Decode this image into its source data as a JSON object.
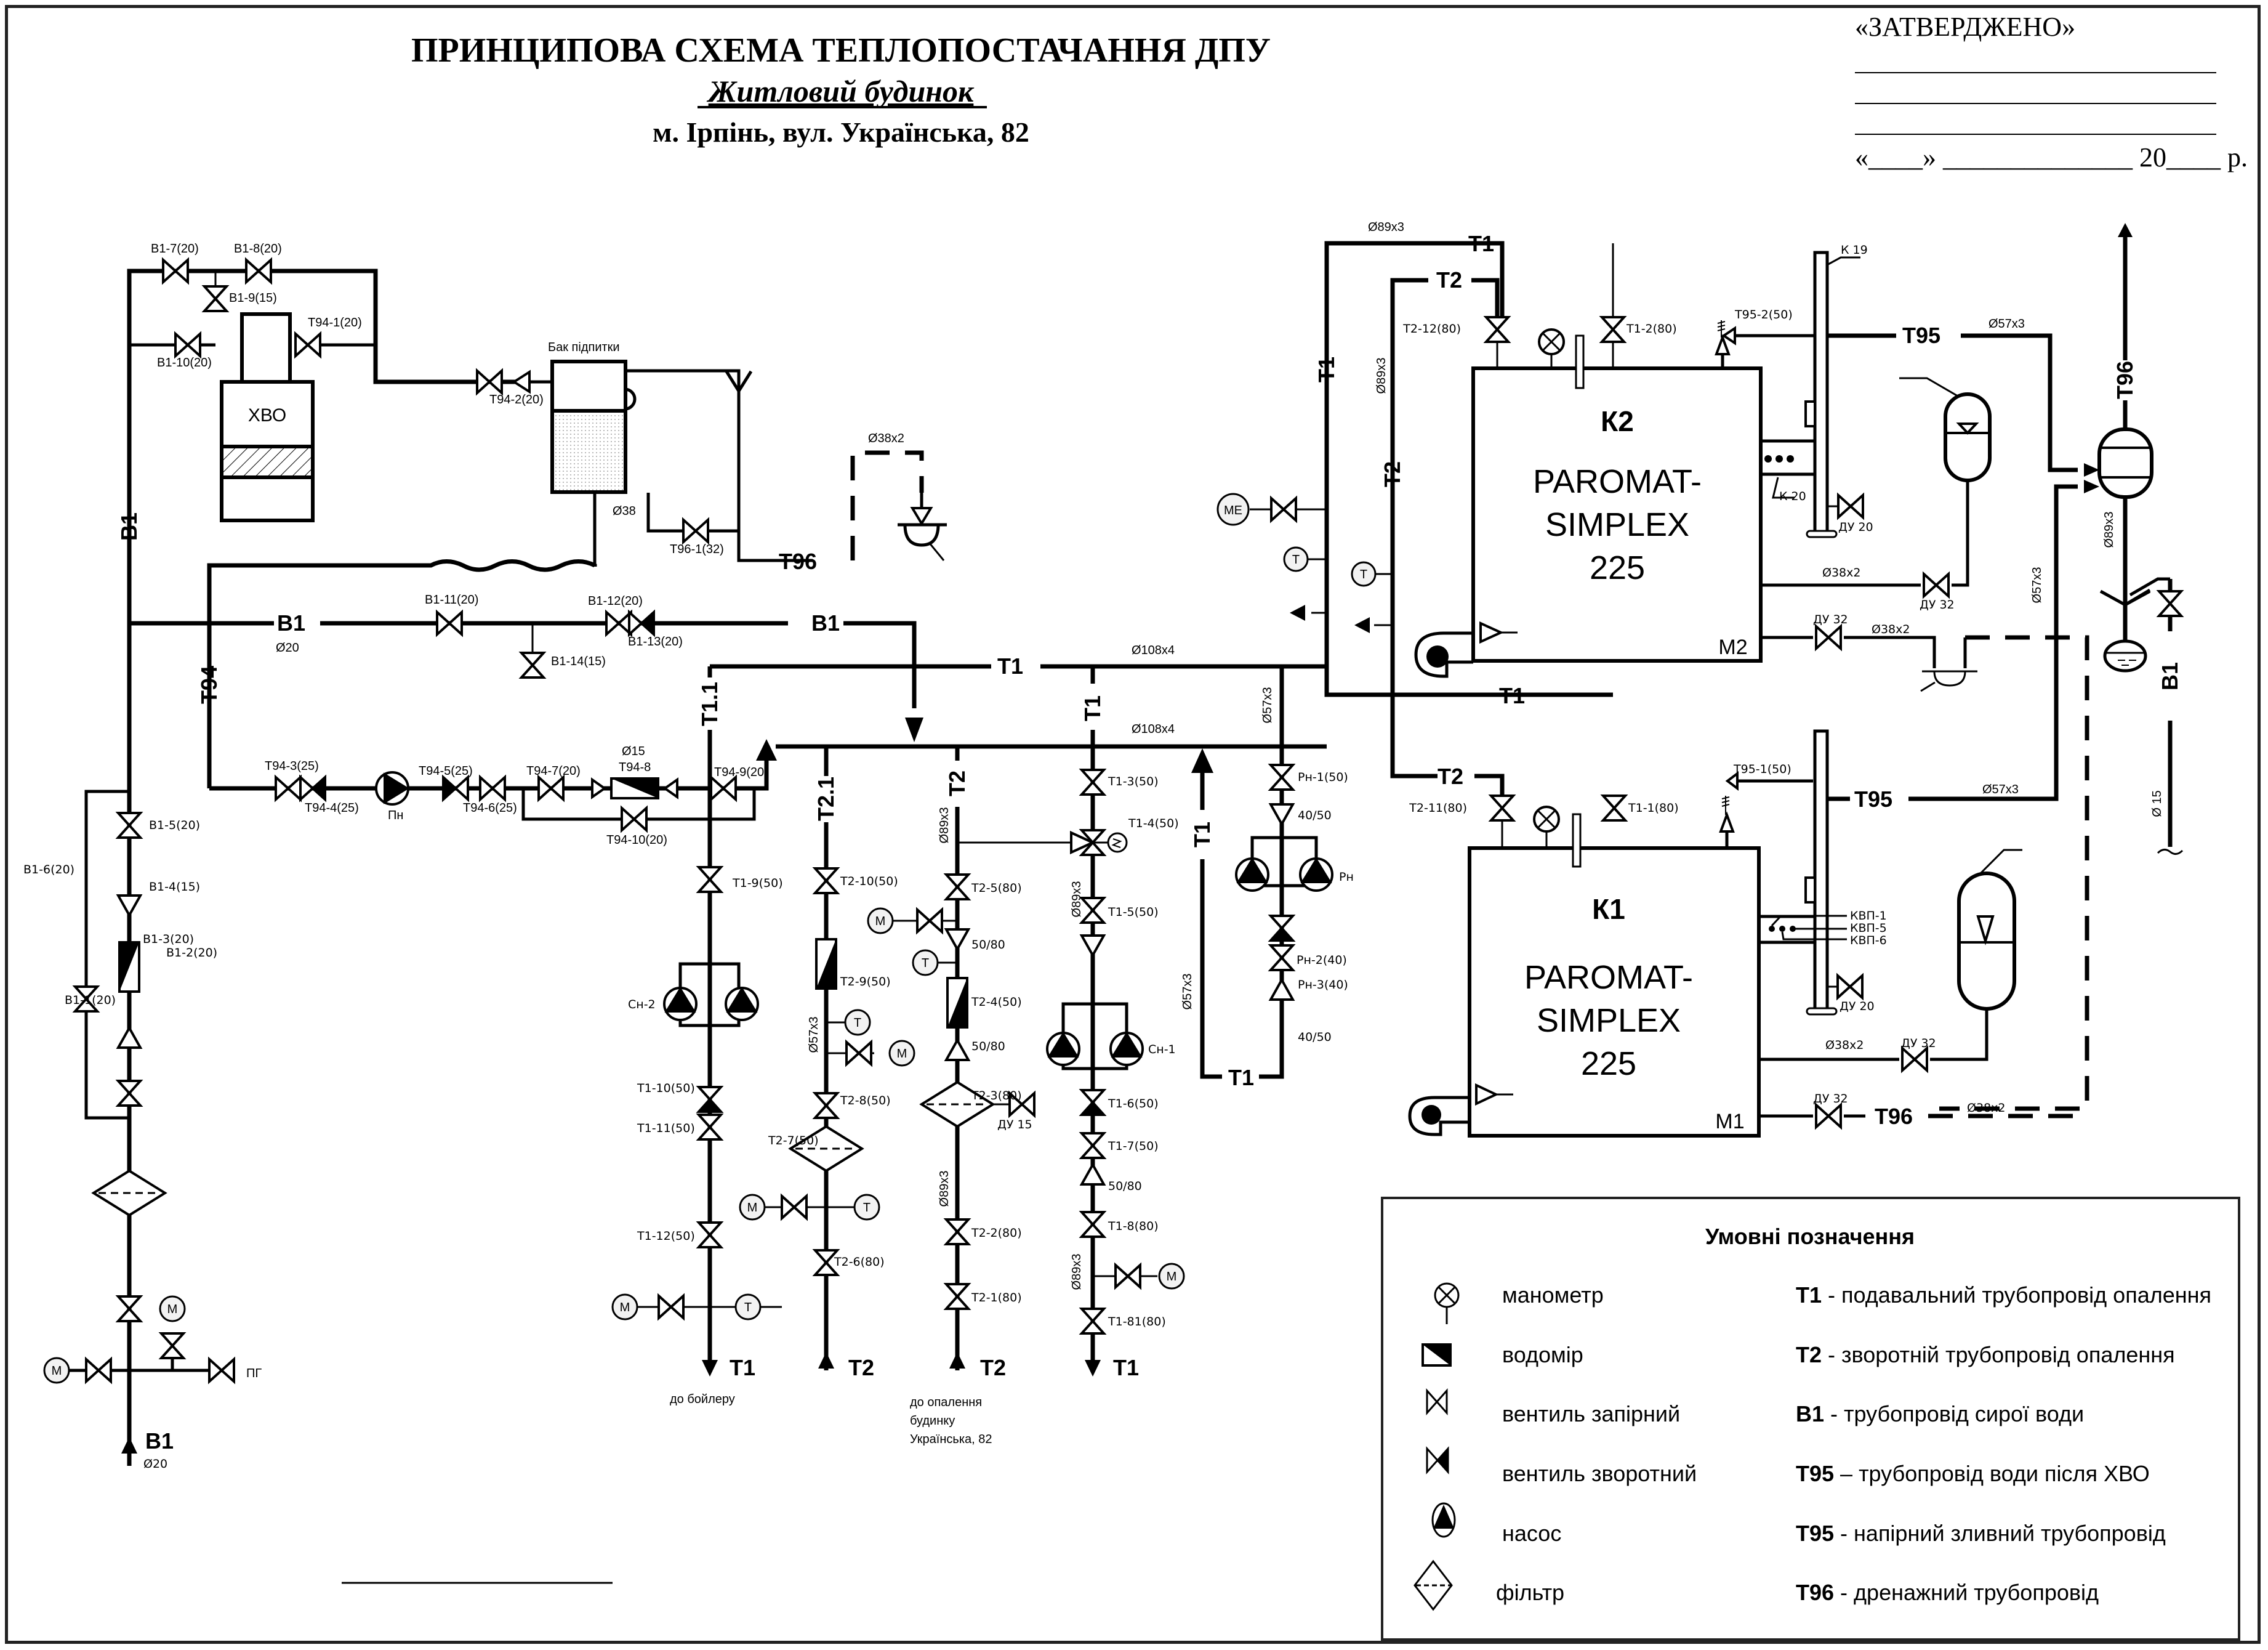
{
  "header": {
    "title": "ПРИНЦИПОВА СХЕМА ТЕПЛОПОСТАЧАННЯ ДПУ",
    "subtitle": "Житловий будинок",
    "address": "м. Ірпінь, вул. Українська, 82"
  },
  "approval": {
    "stamp": "«ЗАТВЕРДЖЕНО»",
    "date_line": "«____» ______________  20____ р."
  },
  "equipment": {
    "hvo": "ХВО",
    "makeup_tank": "Бак підпитки",
    "boiler_k2": {
      "id": "К2",
      "model_line1": "PAROMAT-",
      "model_line2": "SIMPLEX",
      "model_line3": "225",
      "burner": "М2"
    },
    "boiler_k1": {
      "id": "К1",
      "model_line1": "PAROMAT-",
      "model_line2": "SIMPLEX",
      "model_line3": "225",
      "burner": "М1"
    },
    "chimney_k2": "К 19",
    "flue_k2": "К 20",
    "kvp": [
      "КВП-1",
      "КВП-5",
      "КВП-6"
    ],
    "pump_pn": "Пн",
    "pump_sn1": "Сн-1",
    "pump_sn2": "Сн-2",
    "pump_rn": "Рн",
    "gauge_m": "М",
    "gauge_t": "Т",
    "gauge_me": "МЕ"
  },
  "pipes": {
    "t1": "Т1",
    "t2": "Т2",
    "b1": "В1",
    "t94": "Т94",
    "t95": "Т95",
    "t96": "Т96",
    "t11": "Т1.1",
    "t21": "Т2.1",
    "pg": "ПГ"
  },
  "diameters": {
    "d20": "Ø20",
    "d38": "Ø38",
    "d38x2": "Ø38x2",
    "d89x3": "Ø89x3",
    "d108x4": "Ø108x4",
    "d57x3": "Ø57x3",
    "d15": "Ø15",
    "d15b": "Ø 15"
  },
  "valves": {
    "b1_1": "В1-1(20)",
    "b1_2": "В1-2(20)",
    "b1_3": "В1-3(20)",
    "b1_4": "В1-4(15)",
    "b1_5": "В1-5(20)",
    "b1_6": "В1-6(20)",
    "b1_7": "В1-7(20)",
    "b1_8": "В1-8(20)",
    "b1_9": "В1-9(15)",
    "b1_10": "В1-10(20)",
    "b1_11": "В1-11(20)",
    "b1_12": "В1-12(20)",
    "b1_13": "В1-13(20)",
    "b1_14": "В1-14(15)",
    "t94_1": "Т94-1(20)",
    "t94_2": "Т94-2(20)",
    "t94_3": "Т94-3(25)",
    "t94_4": "Т94-4(25)",
    "t94_5": "Т94-5(25)",
    "t94_6": "Т94-6(25)",
    "t94_7": "Т94-7(20)",
    "t94_8": "Т94-8",
    "t94_9": "Т94-9(20)",
    "t94_10": "Т94-10(20)",
    "t96_1": "Т96-1(32)",
    "t1_1": "Т1-1(80)",
    "t1_2": "Т1-2(80)",
    "t1_3": "Т1-3(50)",
    "t1_4": "Т1-4(50)",
    "t1_5": "Т1-5(50)",
    "t1_6": "Т1-6(50)",
    "t1_7": "Т1-7(50)",
    "t1_8": "Т1-8(80)",
    "t1_81": "Т1-81(80)",
    "t1_9": "Т1-9(50)",
    "t1_10": "Т1-10(50)",
    "t1_11": "Т1-11(50)",
    "t1_12": "Т1-12(50)",
    "t2_1": "Т2-1(80)",
    "t2_2": "Т2-2(80)",
    "t2_3": "Т2-3(80)",
    "t2_4": "Т2-4(50)",
    "t2_5": "Т2-5(80)",
    "t2_6": "Т2-6(80)",
    "t2_7": "Т2-7(50)",
    "t2_8": "Т2-8(50)",
    "t2_9": "Т2-9(50)",
    "t2_10": "Т2-10(50)",
    "t2_11": "Т2-11(80)",
    "t2_12": "Т2-12(80)",
    "t95_1": "Т95-1(50)",
    "t95_2": "Т95-2(50)",
    "rn_1": "Рн-1(50)",
    "rn_2": "Рн-2(40)",
    "rn_3": "Рн-3(40)",
    "du15": "ДУ 15",
    "du20": "ДУ 20",
    "du32": "ДУ 32",
    "r4050": "40/50",
    "r5080": "50/80"
  },
  "destinations": {
    "to_boiler": "до бойлеру",
    "to_heating_1": "до опалення",
    "to_heating_2": "будинку",
    "to_heating_3": "Українська, 82"
  },
  "legend": {
    "title": "Умовні позначення",
    "symbols": [
      {
        "icon": "pressure-gauge",
        "label": "манометр"
      },
      {
        "icon": "water-meter",
        "label": "водомір"
      },
      {
        "icon": "shutoff-valve",
        "label": "вентиль запірний"
      },
      {
        "icon": "check-valve",
        "label": "вентиль зворотний"
      },
      {
        "icon": "pump",
        "label": "насос"
      },
      {
        "icon": "filter",
        "label": "фільтр"
      }
    ],
    "pipes": [
      {
        "code": "Т1",
        "desc": " - подавальний трубопровід опалення"
      },
      {
        "code": "Т2",
        "desc": " - зворотній трубопровід опалення"
      },
      {
        "code": "В1",
        "desc": " - трубопровід сирої води"
      },
      {
        "code": "Т95",
        "desc": " – трубопровід води після ХВО"
      },
      {
        "code": "Т95",
        "desc": " - напірний зливний трубопровід"
      },
      {
        "code": "Т96",
        "desc": " - дренажний трубопровід"
      }
    ]
  }
}
